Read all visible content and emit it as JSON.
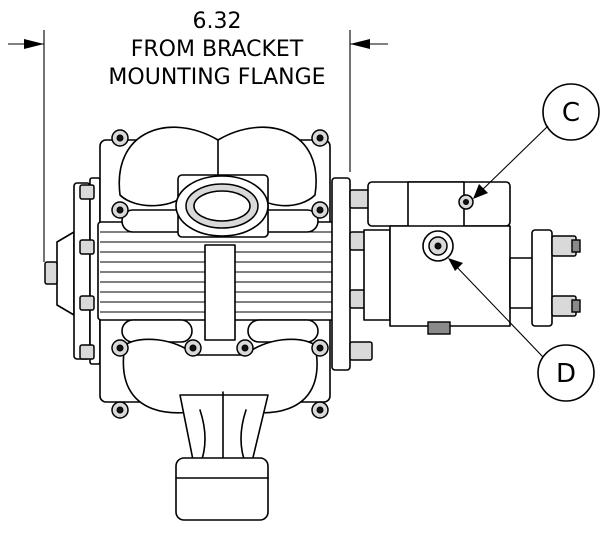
{
  "dimension": {
    "value": "6.32",
    "line2": "FROM BRACKET",
    "line3": "MOUNTING FLANGE"
  },
  "callouts": [
    {
      "letter": "C"
    },
    {
      "letter": "D"
    }
  ]
}
